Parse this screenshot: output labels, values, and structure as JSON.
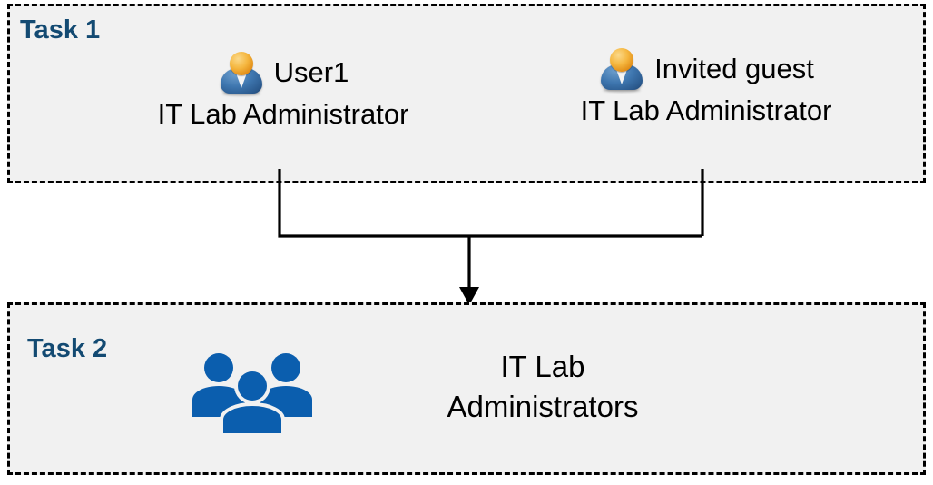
{
  "diagram": {
    "title_colors": {
      "task_label": "#134A72",
      "box_background": "#F1F1F1",
      "box_border": "#000000",
      "connector": "#000000",
      "group_icon": "#0B5EAE",
      "avatar_head": "#F5B740",
      "avatar_body": "#3E76AF"
    },
    "tasks": [
      {
        "label": "Task 1",
        "members": [
          {
            "icon": "user-avatar-icon",
            "name": "User1",
            "role": "IT Lab Administrator"
          },
          {
            "icon": "user-avatar-icon",
            "name": "Invited guest",
            "role": "IT Lab Administrator"
          }
        ]
      },
      {
        "label": "Task 2",
        "group": {
          "icon": "group-people-icon",
          "name": "IT Lab\nAdministrators"
        }
      }
    ],
    "connector": {
      "type": "merge-arrow",
      "from": [
        "User1",
        "Invited guest"
      ],
      "to": "IT Lab Administrators"
    }
  }
}
